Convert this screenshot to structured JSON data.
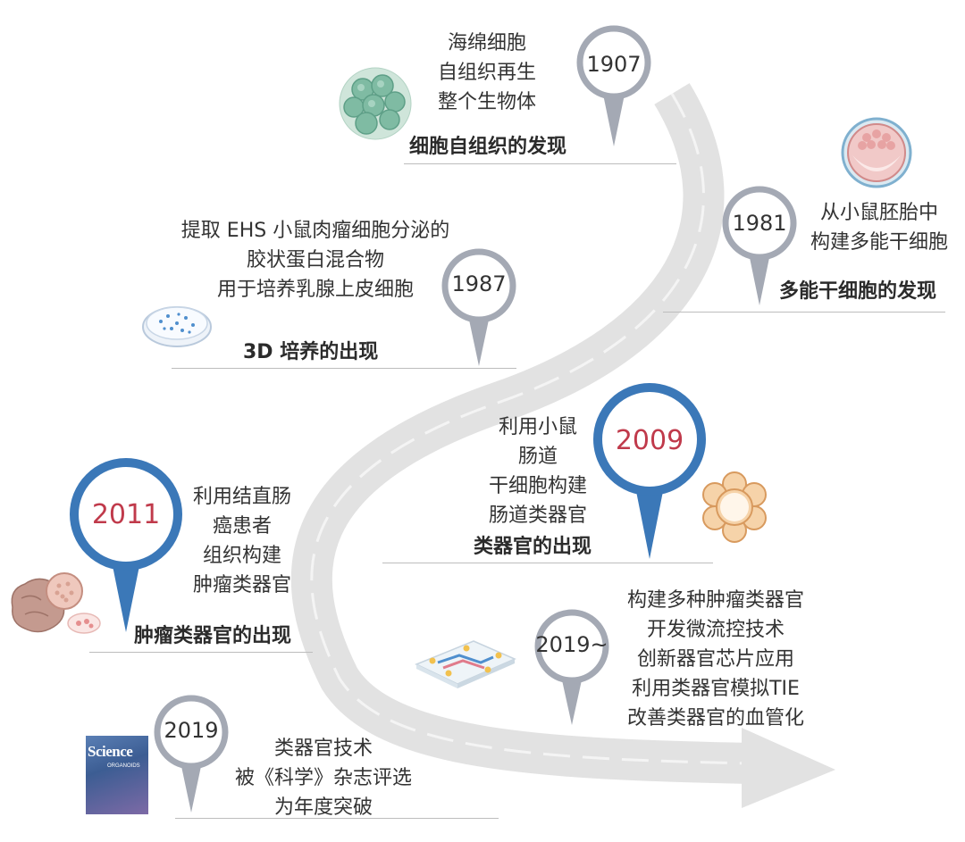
{
  "milestones": {
    "m1907": {
      "year": "1907",
      "desc": [
        "海绵细胞",
        "自组织再生",
        "整个生物体"
      ],
      "title": "细胞自组织的发现"
    },
    "m1981": {
      "year": "1981",
      "desc": [
        "从小鼠胚胎中",
        "构建多能干细胞"
      ],
      "title": "多能干细胞的发现"
    },
    "m1987": {
      "year": "1987",
      "desc": [
        "提取 EHS 小鼠肉瘤细胞分泌的",
        "胶状蛋白混合物",
        "用于培养乳腺上皮细胞"
      ],
      "title": "3D 培养的出现"
    },
    "m2009": {
      "year": "2009",
      "desc": [
        "利用小鼠",
        "肠道",
        "干细胞构建",
        "肠道类器官"
      ],
      "title": "类器官的出现"
    },
    "m2011": {
      "year": "2011",
      "desc": [
        "利用结直肠",
        "癌患者",
        "组织构建",
        "肿瘤类器官"
      ],
      "title": "肿瘤类器官的出现"
    },
    "m2019b": {
      "year": "2019~",
      "desc": [
        "构建多种肿瘤类器官",
        "开发微流控技术",
        "创新器官芯片应用",
        "利用类器官模拟TIE",
        "改善类器官的血管化"
      ]
    },
    "m2019": {
      "year": "2019",
      "desc": [
        "类器官技术",
        "被《科学》杂志评选",
        "为年度突破"
      ]
    }
  },
  "science_cover": {
    "title": "Science",
    "subtitle": "ORGANOIDS"
  },
  "colors": {
    "pin_gray": "#a4a9b4",
    "pin_blue": "#3b78b8",
    "year_red": "#c03a4b",
    "road": "#dcdcdc"
  }
}
